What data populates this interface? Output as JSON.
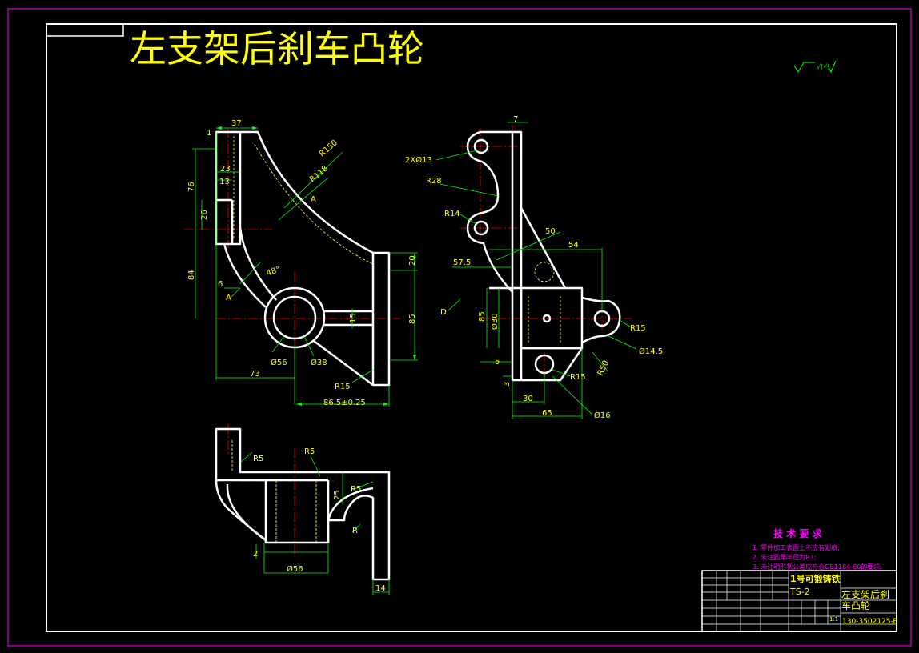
{
  "title": "左支架后刹车凸轮",
  "surface_symbol": "√(√)",
  "colors": {
    "background": "#000000",
    "frame": "#ffffff",
    "sheet_border": "#ff00ff",
    "title": "#ffff00",
    "outline": "#ffffff",
    "dimension": "#00ff00",
    "dim_text": "#ffff00",
    "centerline": "#ff0000",
    "hatch": "#ffff66",
    "notes": "#ff00ff"
  },
  "front_view": {
    "dims": {
      "d37": "37",
      "r50": "R150",
      "r118": "R118",
      "d23": "23",
      "d13": "13",
      "d76": "76",
      "d26": "26",
      "d84": "84",
      "d6": "6",
      "a48": "48°",
      "d20": "20",
      "d15": "15",
      "d85": "85",
      "d56": "Ø56",
      "d38": "Ø38",
      "d73": "73",
      "r15": "R15",
      "d86": "86.5±0.25",
      "mark_a": "A",
      "mark_1": "1"
    }
  },
  "side_view": {
    "dims": {
      "d7": "7",
      "holes": "2XØ13",
      "r28": "R28",
      "r14": "R14",
      "d50": "50",
      "d54": "54",
      "d57": "57.5",
      "mark_d": "D",
      "d85": "85",
      "d30": "Ø30",
      "d5": "5",
      "d3": "3",
      "r15a": "R15",
      "d145": "Ø14.5",
      "r15b": "R15",
      "r50": "R50",
      "d30h": "30",
      "d65": "65",
      "d16": "Ø16"
    }
  },
  "bottom_view": {
    "dims": {
      "r5a": "R5",
      "r5b": "R5",
      "r5c": "R5",
      "d25": "25",
      "r": "R",
      "d2": "2",
      "d56": "Ø56",
      "d14": "14"
    }
  },
  "tech_req": {
    "heading": "技 术 要 求",
    "items": [
      "1. 零件加工表面上不应有划痕;",
      "2. 未注圆角半径为R3;",
      "3. 未注明形状公差应符合GB1184-80的要求."
    ]
  },
  "title_block": {
    "material": "1号可锻铸铁",
    "material_code": "TS-2",
    "part_name": "左支架后刹车凸轮",
    "drawing_number": "130-3502125-B",
    "ratio": "1:1"
  }
}
